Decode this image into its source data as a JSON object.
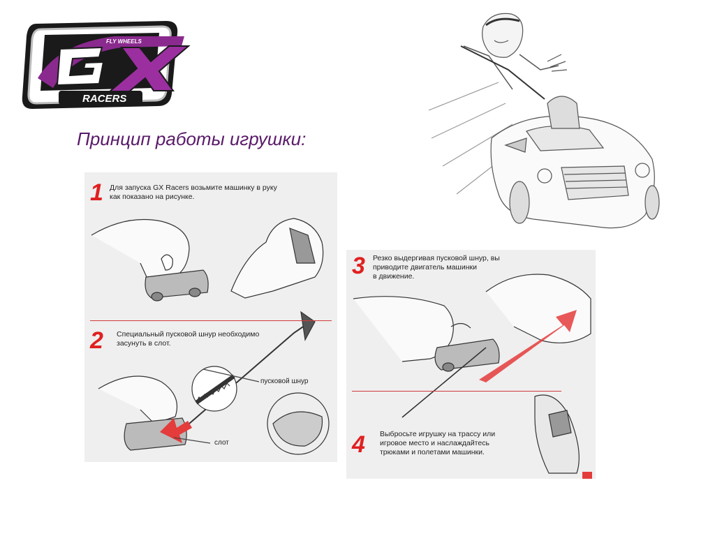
{
  "logo": {
    "top_text": "FLY WHEELS",
    "main_text": "GX",
    "bottom_text": "RACERS",
    "colors": {
      "purple": "#8a2a8e",
      "black": "#1a1a1a",
      "silver": "#c8c8c8"
    }
  },
  "title": "Принцип работы игрушки:",
  "steps": [
    {
      "number": "1",
      "text_lines": [
        "Для запуска GX Racers возьмите машинку в руку",
        "как показано на рисунке."
      ]
    },
    {
      "number": "2",
      "text_lines": [
        "Специальный пусковой шнур необходимо",
        "засунуть в слот."
      ]
    },
    {
      "number": "3",
      "text_lines": [
        "Резко выдергивая пусковой шнур, вы",
        "приводите двигатель машинки",
        "в движение."
      ]
    },
    {
      "number": "4",
      "text_lines": [
        "Выбросьте игрушку на трассу или",
        "игровое место и наслаждайтесь",
        "трюками и полетами машинки."
      ]
    }
  ],
  "callouts": {
    "cord": "пусковой шнур",
    "slot": "слот"
  },
  "colors": {
    "title": "#5a1a6a",
    "step_number": "#e02020",
    "arrow": "#e43b3b",
    "panel_bg": "#efefef"
  },
  "icons": [
    "gx-racers-logo",
    "boy-with-car-sketch",
    "hand-holding-car",
    "launch-cord",
    "red-arrow"
  ]
}
